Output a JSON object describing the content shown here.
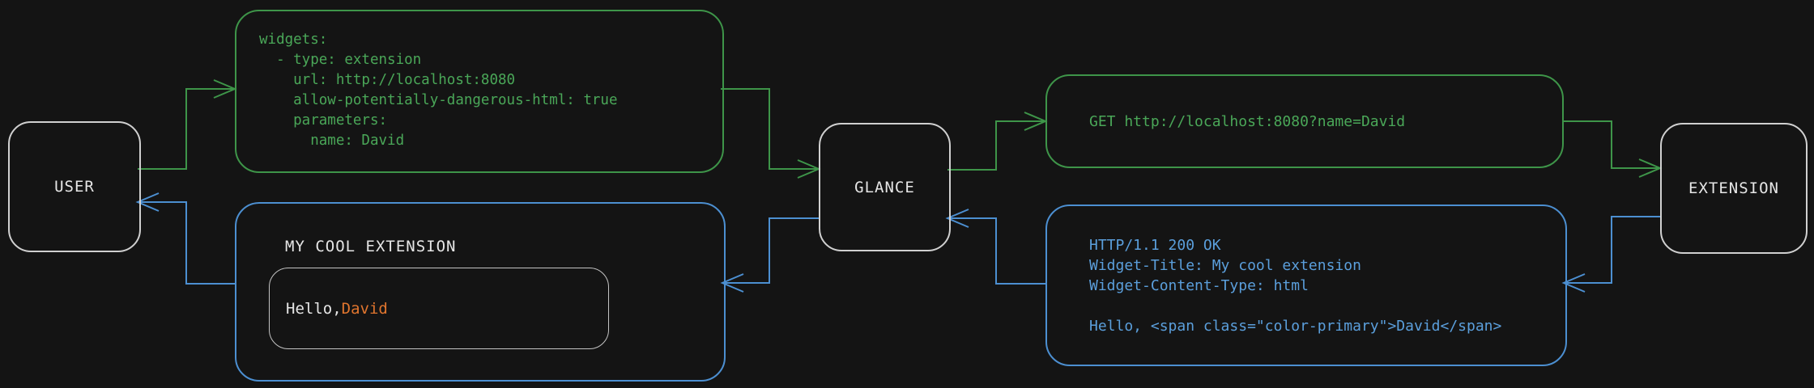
{
  "colors": {
    "bg": "#141414",
    "green": "#3e9549",
    "green_text": "#4aa758",
    "blue": "#4c8fd1",
    "blue_text": "#5b9fdc",
    "node_border": "#d0d0d0",
    "node_text": "#e6e6e6",
    "inner_border": "#c4c4c4",
    "orange": "#e0752e"
  },
  "nodes": {
    "user": {
      "label": "USER"
    },
    "glance": {
      "label": "GLANCE"
    },
    "extension": {
      "label": "EXTENSION"
    }
  },
  "config_box": {
    "code": "widgets:\n  - type: extension\n    url: http://localhost:8080\n    allow-potentially-dangerous-html: true\n    parameters:\n      name: David"
  },
  "request_box": {
    "text": "GET http://localhost:8080?name=David"
  },
  "response_box": {
    "code": "HTTP/1.1 200 OK\nWidget-Title: My cool extension\nWidget-Content-Type: html\n\nHello, <span class=\"color-primary\">David</span>"
  },
  "widget_preview": {
    "title": "MY COOL EXTENSION",
    "greeting_prefix": "Hello, ",
    "greeting_name": "David"
  }
}
